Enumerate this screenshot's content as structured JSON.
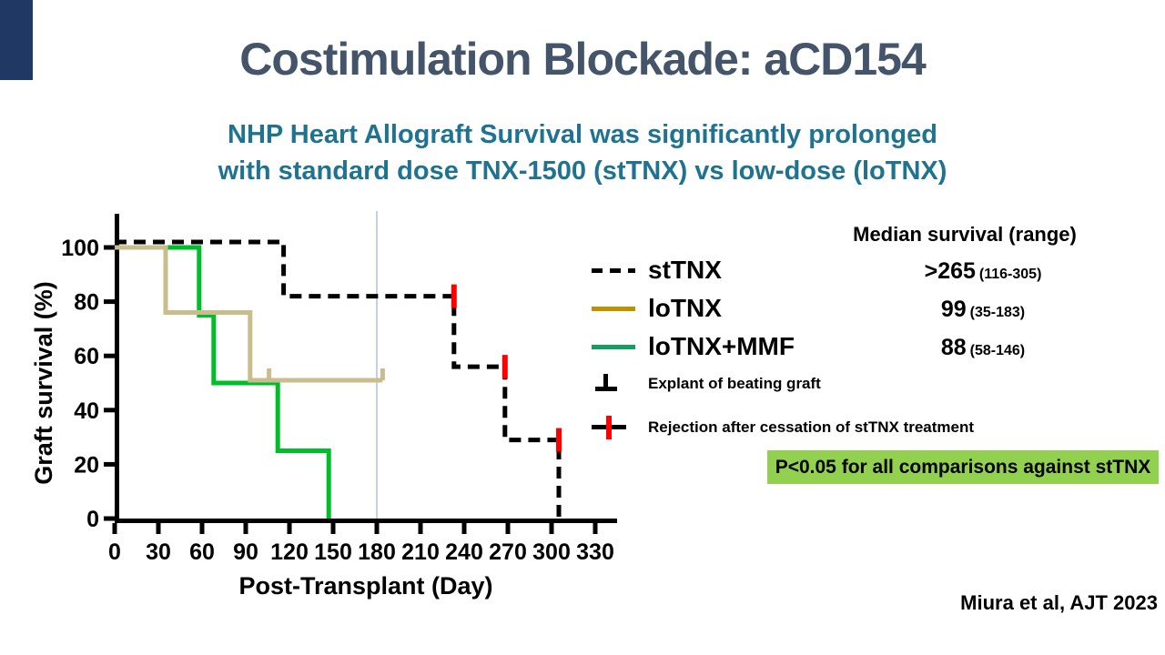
{
  "slide": {
    "title": "Costimulation Blockade: aCD154",
    "subtitle_line1": "NHP Heart Allograft Survival was significantly prolonged",
    "subtitle_line2": "with standard dose TNX-1500 (stTNX) vs low-dose (loTNX)",
    "citation": "Miura et al, AJT 2023",
    "pvalue_note": "P<0.05 for all comparisons against stTNX",
    "title_color": "#44546A",
    "subtitle_color": "#1F7391",
    "accent_bar_color": "#1F3864",
    "pvalue_bg_color": "#92D050"
  },
  "legend": {
    "median_header": "Median survival (range)",
    "rows": [
      {
        "label": "stTNX",
        "median": ">265",
        "range": "(116-305)",
        "line_style": "dashed",
        "color": "#000000"
      },
      {
        "label": "loTNX",
        "median": "99",
        "range": "(35-183)",
        "line_style": "solid",
        "color": "#BF9000"
      },
      {
        "label": "loTNX+MMF",
        "median": "88",
        "range": "(58-146)",
        "line_style": "solid",
        "color": "#12A05F"
      }
    ],
    "explant_label": "Explant of beating graft",
    "rejection_label": "Rejection after cessation of stTNX treatment",
    "rejection_mark_color": "#FF0000"
  },
  "chart_data": {
    "type": "line",
    "subtype": "kaplan-meier-step",
    "xlabel": "Post-Transplant (Day)",
    "ylabel": "Graft survival (%)",
    "xlim": [
      0,
      345
    ],
    "ylim": [
      0,
      100
    ],
    "x_ticks": [
      0,
      30,
      60,
      90,
      120,
      150,
      180,
      210,
      240,
      270,
      300,
      330
    ],
    "y_ticks": [
      0,
      20,
      40,
      60,
      80,
      100
    ],
    "grid": false,
    "cessation_line_x": 180,
    "cessation_line_color": "#A9C3E4",
    "series": [
      {
        "name": "stTNX",
        "color": "#000000",
        "dashed": true,
        "steps": [
          [
            0,
            100
          ],
          [
            116,
            100
          ],
          [
            116,
            82
          ],
          [
            233,
            82
          ],
          [
            233,
            56
          ],
          [
            268,
            56
          ],
          [
            268,
            29
          ],
          [
            305,
            29
          ],
          [
            305,
            0
          ]
        ],
        "rejection_marks": [
          [
            233,
            82
          ],
          [
            268,
            56
          ],
          [
            305,
            29
          ]
        ],
        "explant_marks": []
      },
      {
        "name": "loTNX",
        "color": "#C9BD8D",
        "dashed": false,
        "steps": [
          [
            0,
            100
          ],
          [
            35,
            100
          ],
          [
            35,
            76
          ],
          [
            93,
            76
          ],
          [
            93,
            51
          ],
          [
            184,
            51
          ]
        ],
        "rejection_marks": [],
        "explant_marks": [
          [
            106,
            51
          ],
          [
            184,
            51
          ]
        ]
      },
      {
        "name": "loTNX+MMF",
        "color": "#00BD2A",
        "dashed": false,
        "steps": [
          [
            0,
            100
          ],
          [
            58,
            100
          ],
          [
            58,
            75
          ],
          [
            68,
            75
          ],
          [
            68,
            50
          ],
          [
            112,
            50
          ],
          [
            112,
            25
          ],
          [
            147,
            25
          ],
          [
            147,
            0
          ]
        ],
        "rejection_marks": [],
        "explant_marks": []
      }
    ]
  }
}
